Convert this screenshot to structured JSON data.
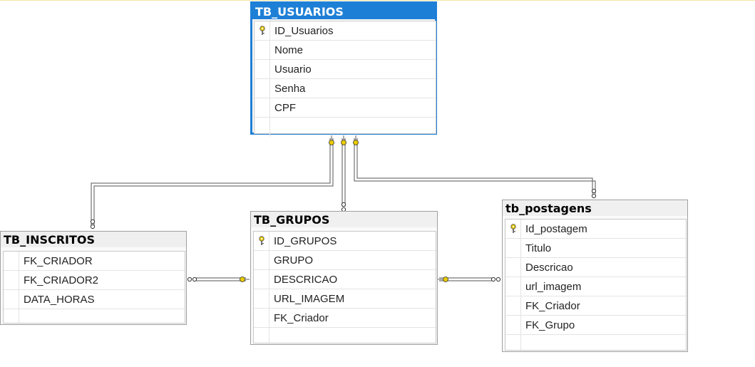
{
  "colors": {
    "selected_border": "#1e7fd6",
    "key_icon": "#e8c800",
    "line": "#555555"
  },
  "tables": {
    "usuarios": {
      "name": "TB_USUARIOS",
      "columns": [
        "ID_Usuarios",
        "Nome",
        "Usuario",
        "Senha",
        "CPF"
      ],
      "primary_key": "ID_Usuarios"
    },
    "inscritos": {
      "name": "TB_INSCRITOS",
      "columns": [
        "FK_CRIADOR",
        "FK_CRIADOR2",
        "DATA_HORAS"
      ]
    },
    "grupos": {
      "name": "TB_GRUPOS",
      "columns": [
        "ID_GRUPOS",
        "GRUPO",
        "DESCRICAO",
        "URL_IMAGEM",
        "FK_Criador"
      ],
      "primary_key": "ID_GRUPOS"
    },
    "postagens": {
      "name": "tb_postagens",
      "columns": [
        "Id_postagem",
        "Titulo",
        "Descricao",
        "url_imagem",
        "FK_Criador",
        "FK_Grupo"
      ],
      "primary_key": "Id_postagem"
    }
  },
  "relationships": [
    {
      "from": "TB_USUARIOS",
      "to": "TB_INSCRITOS"
    },
    {
      "from": "TB_USUARIOS",
      "to": "TB_GRUPOS"
    },
    {
      "from": "TB_USUARIOS",
      "to": "tb_postagens"
    },
    {
      "from": "TB_GRUPOS",
      "to": "TB_INSCRITOS"
    },
    {
      "from": "TB_GRUPOS",
      "to": "tb_postagens"
    }
  ]
}
